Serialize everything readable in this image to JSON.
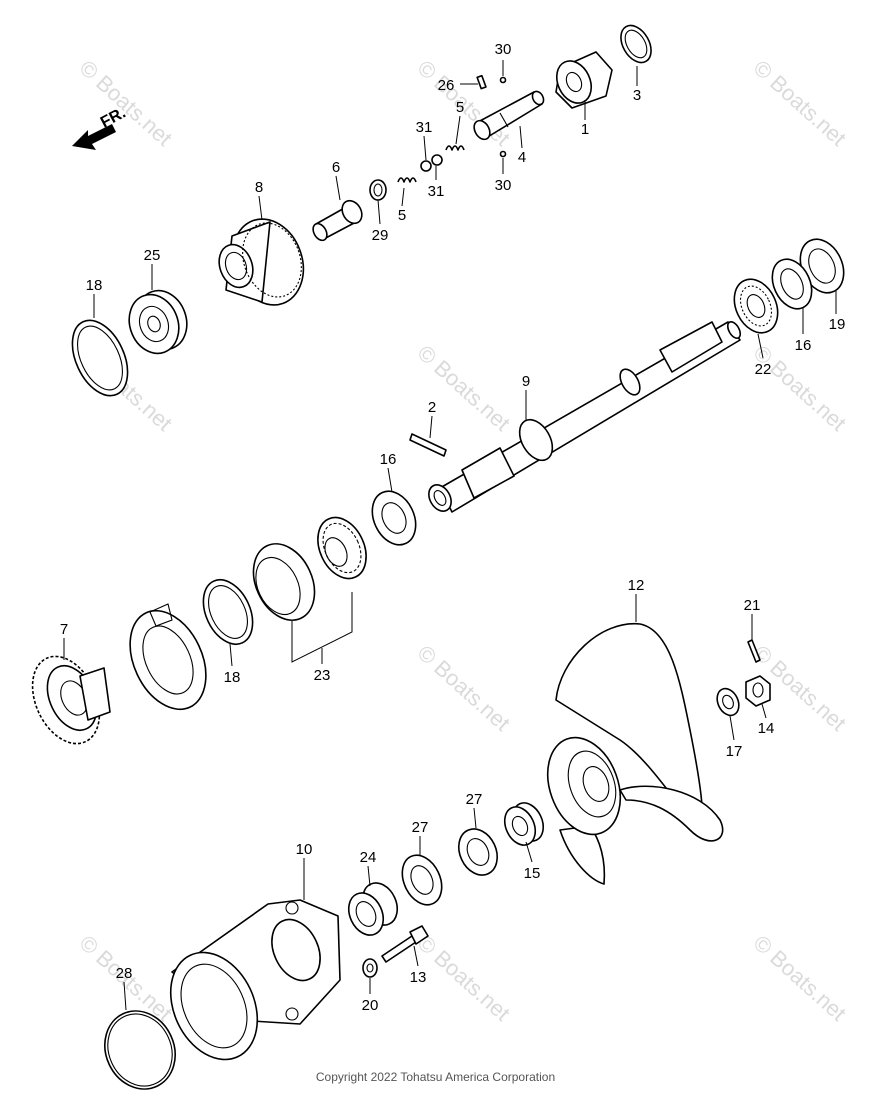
{
  "direction_label": "FR.",
  "watermark": "© Boats.net",
  "copyright": "Copyright 2022 Tohatsu America Corporation",
  "callouts": {
    "p1": "1",
    "p2": "2",
    "p3": "3",
    "p4": "4",
    "p5a": "5",
    "p5b": "5",
    "p6": "6",
    "p7": "7",
    "p8": "8",
    "p9": "9",
    "p10": "10",
    "p12": "12",
    "p13": "13",
    "p14": "14",
    "p15": "15",
    "p16a": "16",
    "p16b": "16",
    "p17": "17",
    "p18a": "18",
    "p18b": "18",
    "p19": "19",
    "p20": "20",
    "p21": "21",
    "p22": "22",
    "p23": "23",
    "p24": "24",
    "p25": "25",
    "p26": "26",
    "p27a": "27",
    "p27b": "27",
    "p28": "28",
    "p29": "29",
    "p30a": "30",
    "p30b": "30",
    "p31a": "31",
    "p31b": "31"
  }
}
